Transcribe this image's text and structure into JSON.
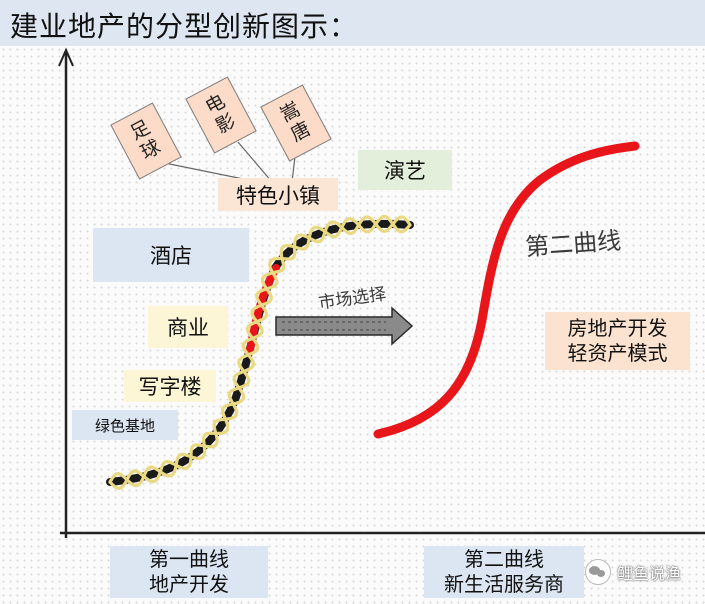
{
  "title": "建业地产的分型创新图示：",
  "tiles": [
    {
      "label": "足\n球"
    },
    {
      "label": "电\n影"
    },
    {
      "label": "嵩\n唐"
    }
  ],
  "labels": {
    "town": "特色小镇",
    "performance": "演艺",
    "hotel": "酒店",
    "commerce": "商业",
    "office": "写字楼",
    "green": "绿色基地",
    "market": "市场选择",
    "second_curve": "第二曲线",
    "new_model_line1": "房地产开发",
    "new_model_line2": "轻资产模式"
  },
  "bottom": {
    "first_line1": "第一曲线",
    "first_line2": "地产开发",
    "second_line1": "第二曲线",
    "second_line2": "新生活服务商"
  },
  "watermark": "鲤鱼说渔",
  "colors": {
    "curve_dark": "#1a1a1a",
    "helix": "#e9d982",
    "curve_red": "#e8161b"
  }
}
